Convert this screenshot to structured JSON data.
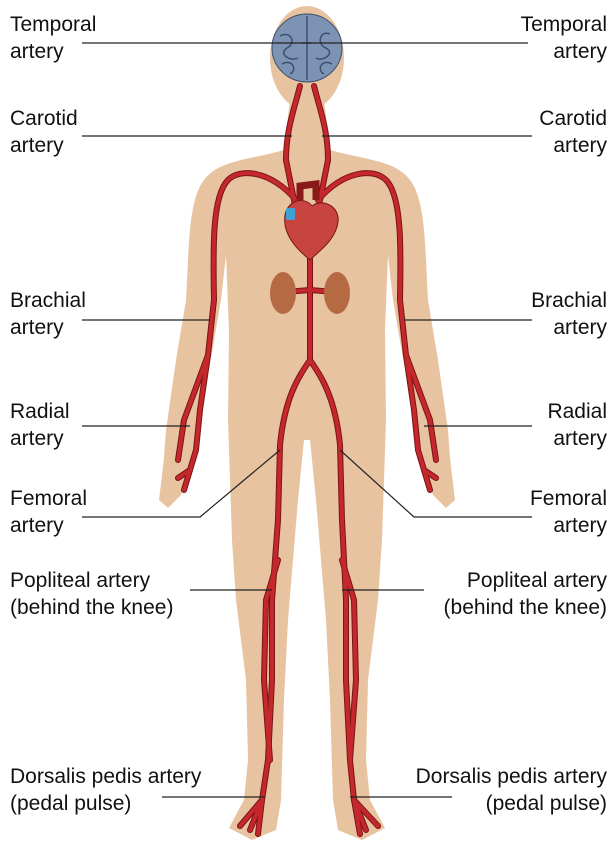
{
  "colors": {
    "skin": "#e8c3a0",
    "artery": "#c4282c",
    "artery_dark": "#7a1416",
    "brain": "#7d93b3",
    "heart": "#c8443e",
    "kidney": "#b66a44",
    "leader": "#222222",
    "text": "#111111"
  },
  "labels": {
    "temporal": {
      "line1": "Temporal",
      "line2": "artery"
    },
    "carotid": {
      "line1": "Carotid",
      "line2": "artery"
    },
    "brachial": {
      "line1": "Brachial",
      "line2": "artery"
    },
    "radial": {
      "line1": "Radial",
      "line2": "artery"
    },
    "femoral": {
      "line1": "Femoral",
      "line2": "artery"
    },
    "popliteal": {
      "line1": "Popliteal artery",
      "line2": "(behind the knee)"
    },
    "dorsalis": {
      "line1": "Dorsalis pedis artery",
      "line2": "(pedal pulse)"
    }
  }
}
